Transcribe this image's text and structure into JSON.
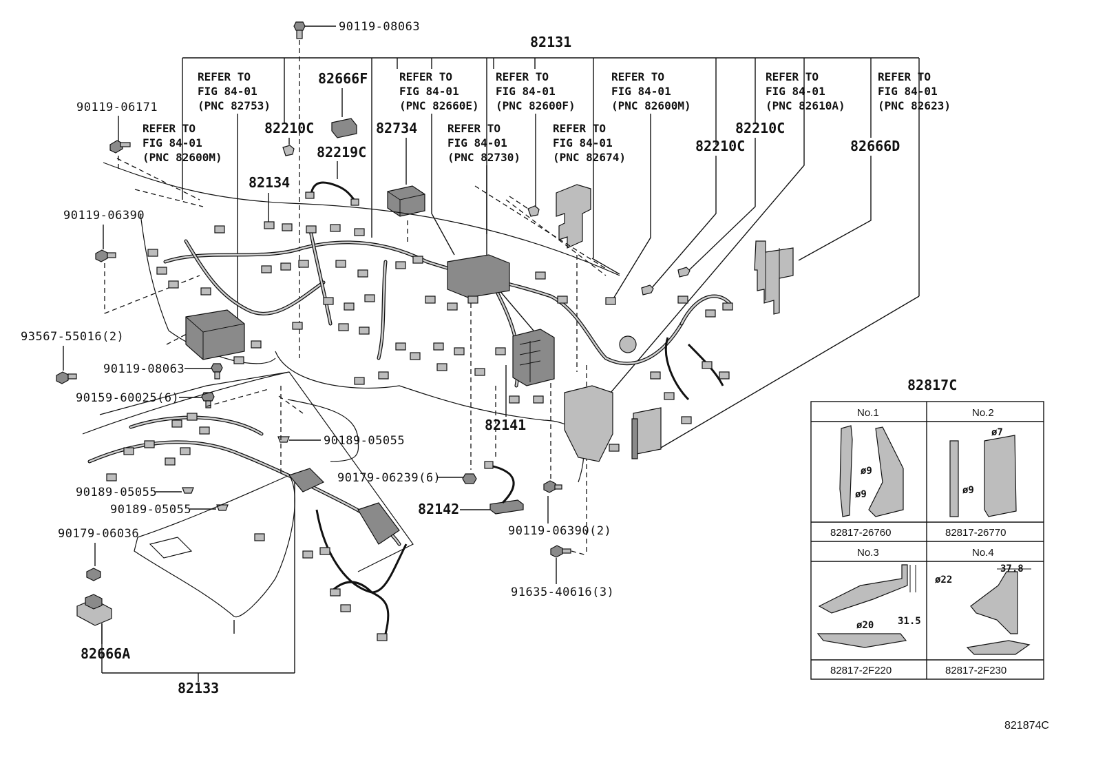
{
  "header": {
    "top_bolt": "90119-08063",
    "assembly_main": "82131",
    "assembly_floor": "82133",
    "diagram_code": "821874C"
  },
  "refer_notes": [
    {
      "line1": "REFER TO",
      "line2": "FIG 84-01",
      "line3": "(PNC 82753)"
    },
    {
      "line1": "REFER TO",
      "line2": "FIG 84-01",
      "line3": "(PNC 82600M)"
    },
    {
      "line1": "REFER TO",
      "line2": "FIG 84-01",
      "line3": "(PNC 82660E)"
    },
    {
      "line1": "REFER TO",
      "line2": "FIG 84-01",
      "line3": "(PNC 82600F)"
    },
    {
      "line1": "REFER TO",
      "line2": "FIG 84-01",
      "line3": "(PNC 82730)"
    },
    {
      "line1": "REFER TO",
      "line2": "FIG 84-01",
      "line3": "(PNC 82674)"
    },
    {
      "line1": "REFER TO",
      "line2": "FIG 84-01",
      "line3": "(PNC 82600M)"
    },
    {
      "line1": "REFER TO",
      "line2": "FIG 84-01",
      "line3": "(PNC 82610A)"
    },
    {
      "line1": "REFER TO",
      "line2": "FIG 84-01",
      "line3": "(PNC 82623)"
    }
  ],
  "part_labels": {
    "p82666F": "82666F",
    "p82210C_a": "82210C",
    "p82219C": "82219C",
    "p82734": "82734",
    "p82134": "82134",
    "p82210C_b": "82210C",
    "p82210C_c": "82210C",
    "p82666D": "82666D",
    "p82141": "82141",
    "p82142": "82142",
    "p82666A": "82666A"
  },
  "fastener_labels": {
    "f90119_06171": "90119-06171",
    "f90119_06390": "90119-06390",
    "f93567_55016": "93567-55016(2)",
    "f90119_08063": "90119-08063",
    "f90159_60025": "90159-60025(6)",
    "f90189_05055_a": "90189-05055",
    "f90189_05055_b": "90189-05055",
    "f90189_05055_c": "90189-05055",
    "f90179_06239": "90179-06239(6)",
    "f90179_06036": "90179-06036",
    "f90119_06390_2": "90119-06390(2)",
    "f91635_40616": "91635-40616(3)"
  },
  "inset": {
    "title": "82817C",
    "cells": [
      {
        "heading": "No.1",
        "part": "82817-26760",
        "dims": [
          "ø9",
          "ø9"
        ]
      },
      {
        "heading": "No.2",
        "part": "82817-26770",
        "dims": [
          "ø7",
          "ø9"
        ]
      },
      {
        "heading": "No.3",
        "part": "82817-2F220",
        "dims": [
          "ø20",
          "31.5"
        ]
      },
      {
        "heading": "No.4",
        "part": "82817-2F230",
        "dims": [
          "ø22",
          "37.8"
        ]
      }
    ]
  }
}
